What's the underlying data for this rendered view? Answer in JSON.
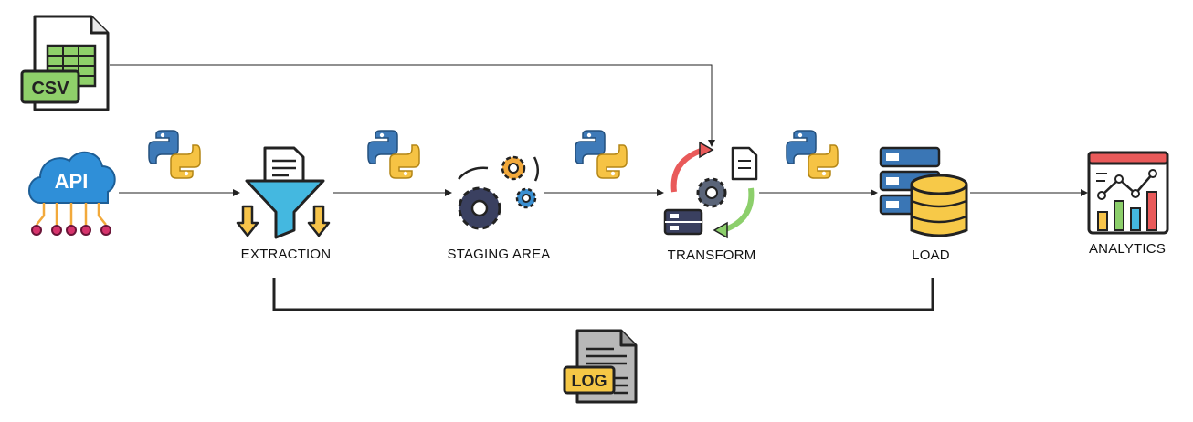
{
  "nodes": {
    "csv": {
      "badge": "CSV",
      "icon": "csv-file-icon"
    },
    "api": {
      "badge": "API",
      "icon": "api-cloud-icon"
    },
    "extraction": {
      "label": "EXTRACTION",
      "icon": "funnel-filter-icon"
    },
    "staging": {
      "label": "STAGING AREA",
      "icon": "gears-icon"
    },
    "transform": {
      "label": "TRANSFORM",
      "icon": "transform-cycle-icon"
    },
    "load": {
      "label": "LOAD",
      "icon": "database-server-icon"
    },
    "analytics": {
      "label": "ANALYTICS",
      "icon": "analytics-dashboard-icon"
    },
    "log": {
      "badge": "LOG",
      "icon": "log-file-icon"
    }
  },
  "python_icons": [
    "python-icon",
    "python-icon",
    "python-icon",
    "python-icon"
  ],
  "colors": {
    "python_blue": "#3e7ab8",
    "python_yellow": "#f6c344",
    "cloud_blue": "#2f8fd8",
    "csv_green": "#8fd06a",
    "funnel_blue": "#44b8e0",
    "arrow_yellow": "#f7c44a",
    "db_gold": "#f7c948",
    "server_blue": "#3a76b5",
    "log_yellow": "#f5c746",
    "red_arrow": "#e95a5a",
    "green_arrow": "#8ccf6b",
    "outline": "#222222"
  }
}
